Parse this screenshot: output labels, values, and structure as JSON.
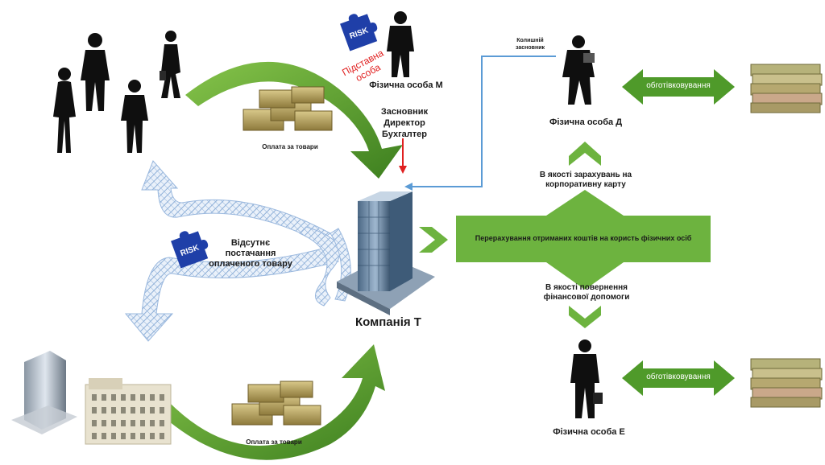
{
  "labels": {
    "person_m": "Фізична особа М",
    "substitute": "Підставна особа",
    "roles": [
      "Засновник",
      "Директор",
      "Бухгалтер"
    ],
    "former_founder": "Колишній засновник",
    "person_d": "Фізична особа Д",
    "person_e": "Фізична особа Е",
    "cash_out_top": "обготівковування",
    "cash_out_bottom": "обготівковування",
    "payment_top": "Оплата за товари",
    "payment_bottom": "Оплата за товари",
    "missing_delivery": "Відсутнє постачання оплаченого товару",
    "company": "Компанія Т",
    "transfer": "Перерахування отриманих коштів на користь фізичних осіб",
    "as_corporate_card": "В якості зарахувань на корпоративну карту",
    "as_loan_return": "В якості повернення фінансової допомоги",
    "risk": "RISK"
  },
  "colors": {
    "green": "#4f9a2a",
    "green_dark": "#3d7f1f",
    "green_box": "#6db33f",
    "red": "#e02020",
    "blue_line": "#5b9bd5",
    "hatched_arrow": "#a9c4e4"
  },
  "icons": [
    "people-group-icon",
    "puzzle-risk-icon",
    "money-stack-icon",
    "office-building-icon",
    "businessman-icon"
  ]
}
